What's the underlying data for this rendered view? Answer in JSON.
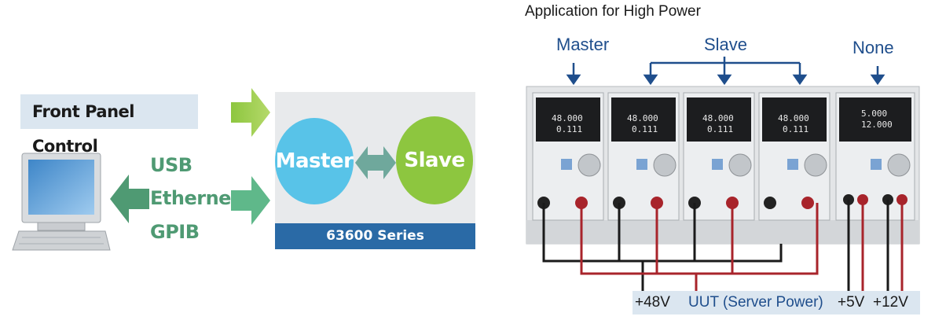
{
  "left": {
    "front_panel_label": "Front Panel Control",
    "interfaces": [
      "USB",
      "Ethernet",
      "GPIB"
    ],
    "master_label": "Master",
    "slave_label": "Slave",
    "series_label": "63600 Series"
  },
  "right": {
    "title": "Application for High Power",
    "role_master": "Master",
    "role_slave": "Slave",
    "role_none": "None",
    "modules": [
      {
        "display1": "48.000",
        "display2": "0.111"
      },
      {
        "display1": "48.000",
        "display2": "0.111"
      },
      {
        "display1": "48.000",
        "display2": "0.111"
      },
      {
        "display1": "48.000",
        "display2": "0.111"
      },
      {
        "display1": "5.000",
        "display2": "12.000"
      }
    ],
    "v48": "+48V",
    "uut": "UUT (Server Power)",
    "v5": "+5V",
    "v12": "+12V"
  },
  "colors": {
    "accent_blue": "#1f4e8c",
    "green_text": "#4f9a73",
    "master_circle": "#58c3e8",
    "slave_circle": "#8dc63f",
    "series_bar": "#2a6aa6",
    "wire_black": "#1a1a1a",
    "wire_red": "#a8242b"
  }
}
